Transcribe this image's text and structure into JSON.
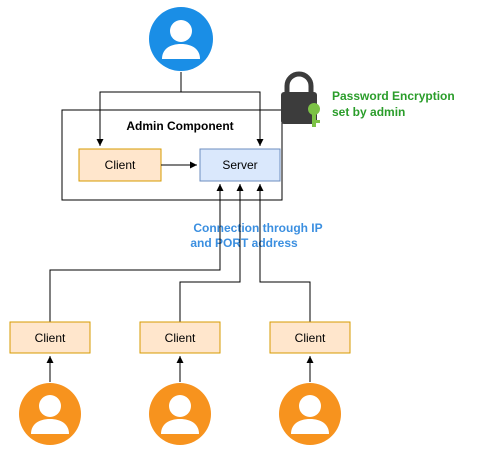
{
  "colors": {
    "admin_user": "#1a8ee6",
    "client_user": "#f7931e",
    "client_box_fill": "#ffe6cc",
    "client_box_stroke": "#d79b00",
    "server_box_fill": "#dae8fc",
    "server_box_stroke": "#6c8ebf",
    "lock_body": "#3c3c3c",
    "key": "#7cc246",
    "encryption_note": "#2a9d2a",
    "connection_note": "#3b8fe0",
    "line": "#000000"
  },
  "admin_component": {
    "title": "Admin Component"
  },
  "admin_client": {
    "label": "Client"
  },
  "server": {
    "label": "Server"
  },
  "encryption_note": {
    "line1": "Password Encryption",
    "line2": "set by admin"
  },
  "connection_note": {
    "line1": "Connection through IP",
    "line2": "and PORT address"
  },
  "clients": [
    {
      "label": "Client"
    },
    {
      "label": "Client"
    },
    {
      "label": "Client"
    }
  ],
  "icons": {
    "admin_user": "user-icon",
    "lock": "lock-icon",
    "key": "key-icon",
    "client_users": [
      "user-icon",
      "user-icon",
      "user-icon"
    ]
  }
}
